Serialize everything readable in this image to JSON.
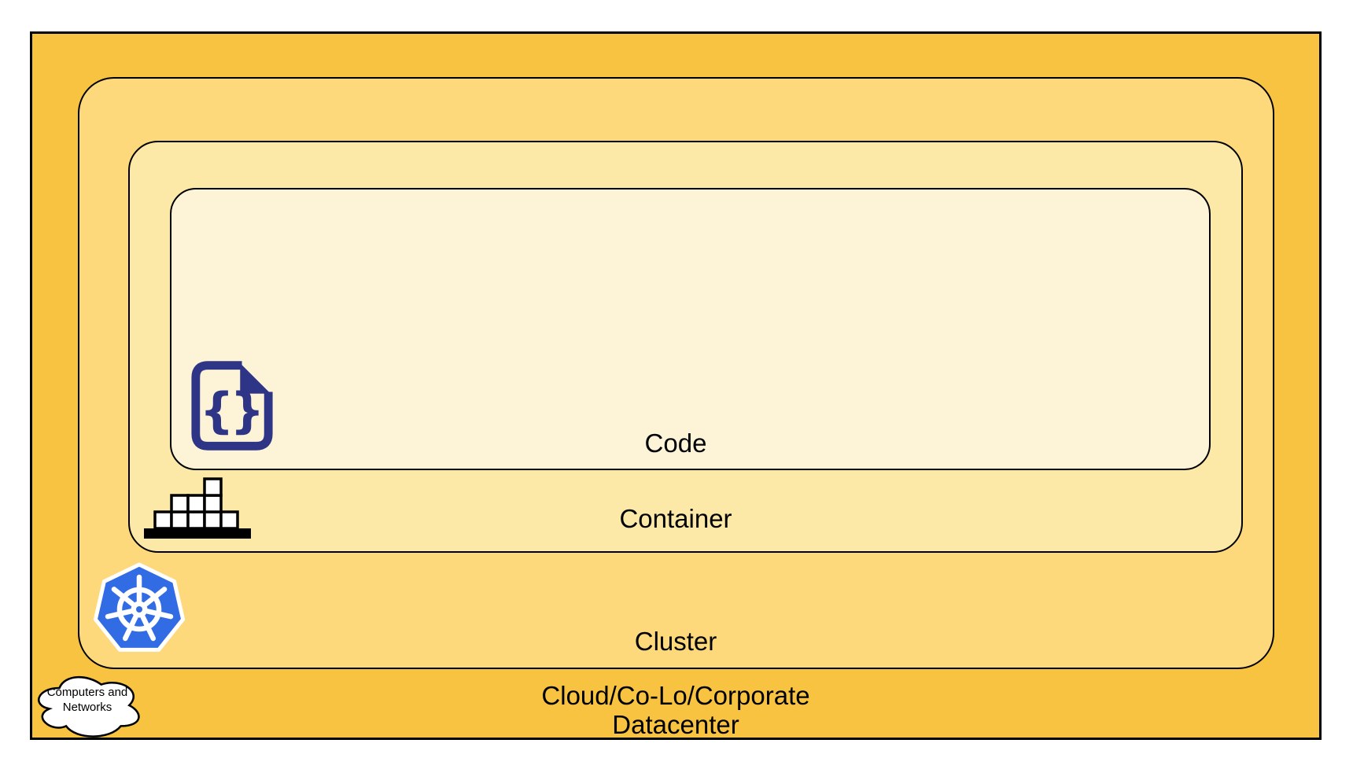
{
  "diagram": {
    "layers": [
      {
        "id": "code",
        "label": "Code",
        "fill": "#FDF4D8",
        "icon": "code-file-icon"
      },
      {
        "id": "container",
        "label": "Container",
        "fill": "#FCE9A7",
        "icon": "container-stack-icon"
      },
      {
        "id": "cluster",
        "label": "Cluster",
        "fill": "#FDD97C",
        "icon": "kubernetes-helm-icon"
      },
      {
        "id": "datacenter",
        "label_line1": "Cloud/Co-Lo/Corporate",
        "label_line2": "Datacenter",
        "fill": "#F8C341",
        "icon": "cloud-icon"
      }
    ],
    "cloud_callout": {
      "line1": "Computers and",
      "line2": "Networks"
    },
    "colors": {
      "stroke": "#000000",
      "code_icon_navy": "#2E3486",
      "kubernetes_blue": "#326CE5",
      "icon_box_fill": "#FFFFFF",
      "cloud_fill": "#FFFFFF",
      "text": "#000000"
    }
  }
}
